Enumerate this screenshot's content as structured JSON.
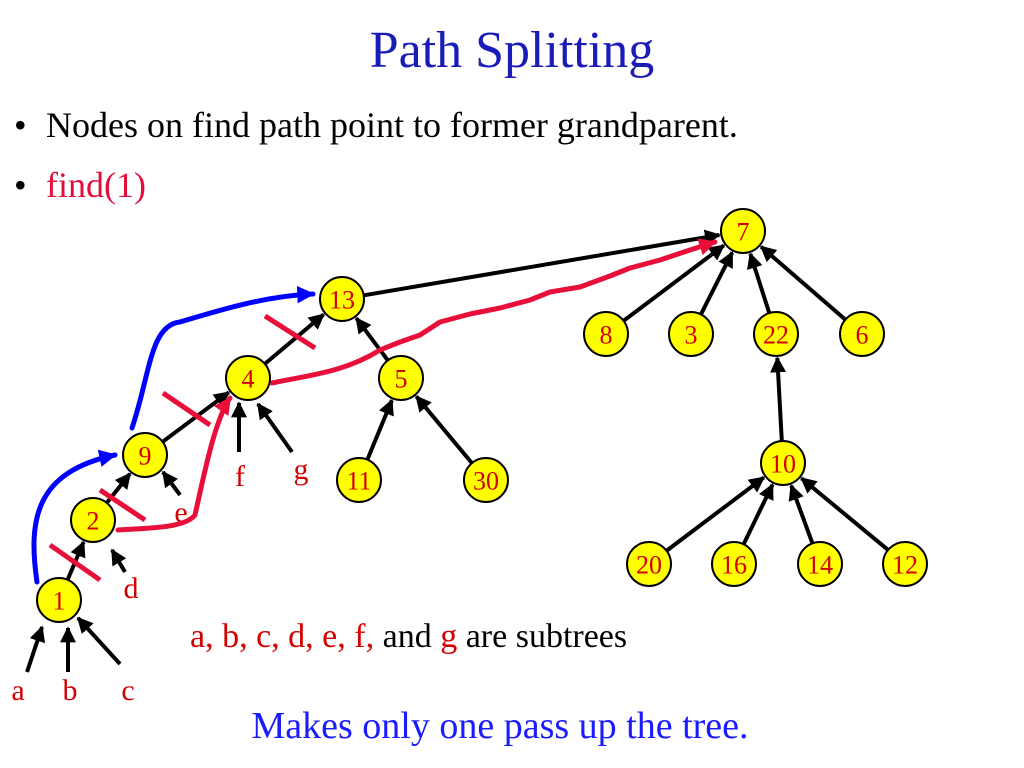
{
  "slide": {
    "title": "Path Splitting",
    "bullets": [
      {
        "text": "Nodes on find path point to former grandparent."
      },
      {
        "text": "find(1)"
      }
    ],
    "bullet_symbol": "•",
    "subtrees_note": {
      "red_part": "a, b, c, d, e, f,",
      "and": "and",
      "g": "g",
      "rest": "are subtrees"
    },
    "summary": "Makes only one pass up the tree."
  },
  "colors": {
    "title": "#1b1bb8",
    "node_fill": "#ffff00",
    "node_label": "#d40000",
    "find_path_old": "#0000ff",
    "find_path_new": "#e8103a",
    "cut_mark": "#e8103a",
    "summary": "#1b1bff"
  },
  "nodes": [
    {
      "id": "7",
      "label": "7"
    },
    {
      "id": "13",
      "label": "13"
    },
    {
      "id": "8",
      "label": "8"
    },
    {
      "id": "3",
      "label": "3"
    },
    {
      "id": "22",
      "label": "22"
    },
    {
      "id": "6",
      "label": "6"
    },
    {
      "id": "4",
      "label": "4"
    },
    {
      "id": "5",
      "label": "5"
    },
    {
      "id": "9",
      "label": "9"
    },
    {
      "id": "11",
      "label": "11"
    },
    {
      "id": "30",
      "label": "30"
    },
    {
      "id": "10",
      "label": "10"
    },
    {
      "id": "2",
      "label": "2"
    },
    {
      "id": "1",
      "label": "1"
    },
    {
      "id": "20",
      "label": "20"
    },
    {
      "id": "16",
      "label": "16"
    },
    {
      "id": "14",
      "label": "14"
    },
    {
      "id": "12",
      "label": "12"
    }
  ],
  "edges": [
    {
      "from": "13",
      "to": "7"
    },
    {
      "from": "8",
      "to": "7"
    },
    {
      "from": "3",
      "to": "7"
    },
    {
      "from": "22",
      "to": "7"
    },
    {
      "from": "6",
      "to": "7"
    },
    {
      "from": "10",
      "to": "22"
    },
    {
      "from": "20",
      "to": "10"
    },
    {
      "from": "16",
      "to": "10"
    },
    {
      "from": "14",
      "to": "10"
    },
    {
      "from": "12",
      "to": "10"
    },
    {
      "from": "4",
      "to": "13"
    },
    {
      "from": "5",
      "to": "13"
    },
    {
      "from": "11",
      "to": "5"
    },
    {
      "from": "30",
      "to": "5"
    },
    {
      "from": "9",
      "to": "4"
    },
    {
      "from": "2",
      "to": "9"
    },
    {
      "from": "1",
      "to": "2"
    }
  ],
  "new_pointers": [
    {
      "from": "1",
      "to": "9",
      "color": "blue"
    },
    {
      "from": "9",
      "to": "13",
      "color": "blue"
    },
    {
      "from": "2",
      "to": "4",
      "color": "red"
    },
    {
      "from": "4",
      "to": "7",
      "color": "red"
    }
  ],
  "cut_edges": [
    "1-2",
    "2-9",
    "9-4",
    "4-13"
  ],
  "subtrees": [
    {
      "label": "a",
      "parent": "1"
    },
    {
      "label": "b",
      "parent": "1"
    },
    {
      "label": "c",
      "parent": "1"
    },
    {
      "label": "d",
      "parent": "2"
    },
    {
      "label": "e",
      "parent": "9"
    },
    {
      "label": "f",
      "parent": "4"
    },
    {
      "label": "g",
      "parent": "4"
    }
  ]
}
